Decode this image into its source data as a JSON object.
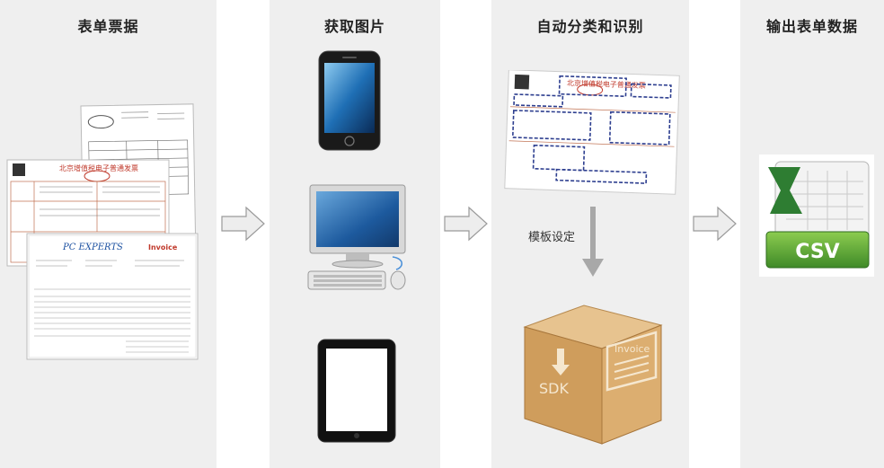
{
  "columns": [
    {
      "title": "表单票据"
    },
    {
      "title": "获取图片"
    },
    {
      "title": "自动分类和识别"
    },
    {
      "title": "输出表单数据"
    }
  ],
  "step_label": "模板设定",
  "invoice_doc": {
    "company": "PC EXPERTS",
    "heading": "Invoice"
  },
  "sdk_box": {
    "side_text": "SDK",
    "front_text": "Invoice"
  },
  "output_icon": {
    "text": "CSV",
    "colors": {
      "green_dark": "#2e7d32",
      "green_light": "#7cc242"
    }
  }
}
